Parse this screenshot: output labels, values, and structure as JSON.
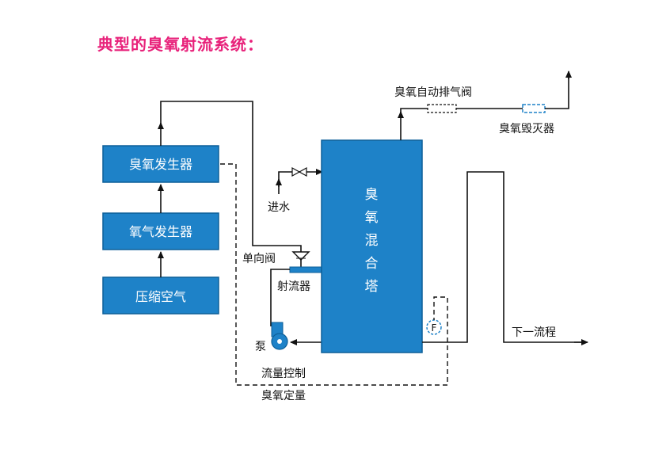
{
  "title": "典型的臭氧射流系统：",
  "colors": {
    "box_fill": "#1e82c8",
    "box_border": "#0d5f98",
    "line": "#111111",
    "title": "#e8217a"
  },
  "boxes": {
    "ozone_generator": "臭氧发生器",
    "oxygen_generator": "氧气发生器",
    "compressed_air": "压缩空气"
  },
  "tower": {
    "chars": [
      "臭",
      "氧",
      "混",
      "合",
      "塔"
    ]
  },
  "labels": {
    "auto_vent_valve": "臭氧自动排气阀",
    "destructor": "臭氧毁灭器",
    "water_in": "进水",
    "check_valve": "单向阀",
    "ejector": "射流器",
    "pump": "泵",
    "flow_meter": "F",
    "next_process": "下一流程",
    "flow_control": "流量控制",
    "ozone_dosing": "臭氧定量"
  }
}
